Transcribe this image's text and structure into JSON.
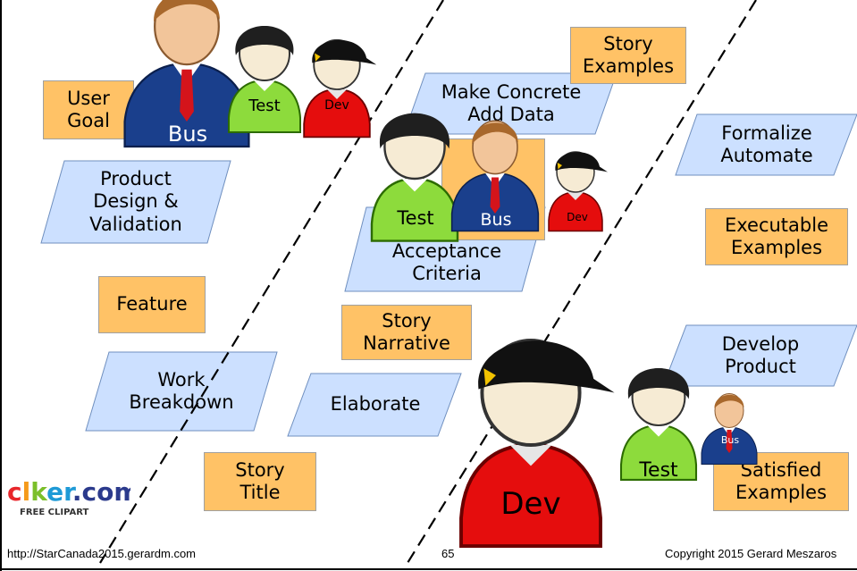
{
  "activities": {
    "product_design": "Product\nDesign &\nValidation",
    "make_concrete": "Make Concrete\nAdd Data",
    "formalize_automate": "Formalize\nAutomate",
    "acceptance_criteria": "Acceptance\nCriteria",
    "work_breakdown": "Work\nBreakdown",
    "elaborate": "Elaborate",
    "develop_product": "Develop\nProduct"
  },
  "artifacts": {
    "user_goal": "User\nGoal",
    "story_examples": "Story\nExamples",
    "executable_examples": "Executable\nExamples",
    "feature": "Feature",
    "story_narrative": "Story\nNarrative",
    "story_title": "Story\nTitle",
    "satisfied_examples": "Satisfied\nExamples"
  },
  "people": {
    "bus": "Bus",
    "test": "Test",
    "dev": "Dev"
  },
  "logo": {
    "name": "clker.com",
    "tagline": "FREE CLIPART"
  },
  "footer": {
    "url": "http://StarCanada2015.gerardm.com",
    "page": "65",
    "copyright": "Copyright 2015 Gerard Meszaros"
  },
  "colors": {
    "activity_fill": "#cce0ff",
    "artifact_fill": "#ffc266",
    "bus_suit": "#1a3f8c",
    "test_shirt": "#8ddb3c",
    "dev_shirt": "#e50d0d"
  }
}
